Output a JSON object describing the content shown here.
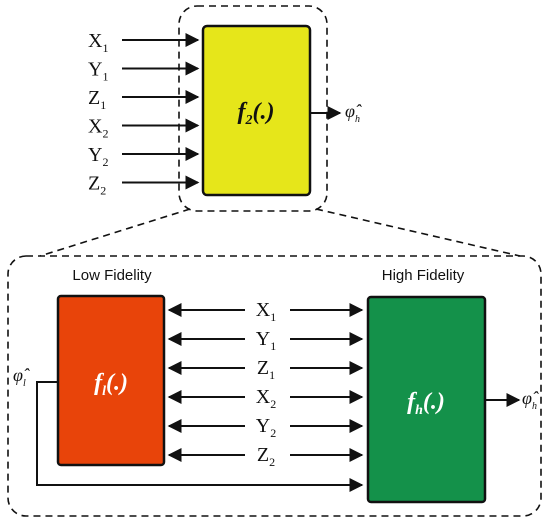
{
  "inputs": [
    {
      "base": "X",
      "sub": "1"
    },
    {
      "base": "Y",
      "sub": "1"
    },
    {
      "base": "Z",
      "sub": "1"
    },
    {
      "base": "X",
      "sub": "2"
    },
    {
      "base": "Y",
      "sub": "2"
    },
    {
      "base": "Z",
      "sub": "2"
    }
  ],
  "top_block": {
    "f": "f",
    "sub": "2",
    "args": "(.)",
    "color": "#e6e61a"
  },
  "top_output": {
    "symbol": "φ̂",
    "sub": "h"
  },
  "low_fidelity": {
    "title": "Low Fidelity",
    "f": "f",
    "sub": "l",
    "args": "(.)",
    "color": "#e8440a"
  },
  "high_fidelity": {
    "title": "High Fidelity",
    "f": "f",
    "sub": "h",
    "args": "(.)",
    "color": "#14914a"
  },
  "low_output": {
    "symbol": "φ̂",
    "sub": "l"
  },
  "high_output": {
    "symbol": "φ̂",
    "sub": "h"
  }
}
